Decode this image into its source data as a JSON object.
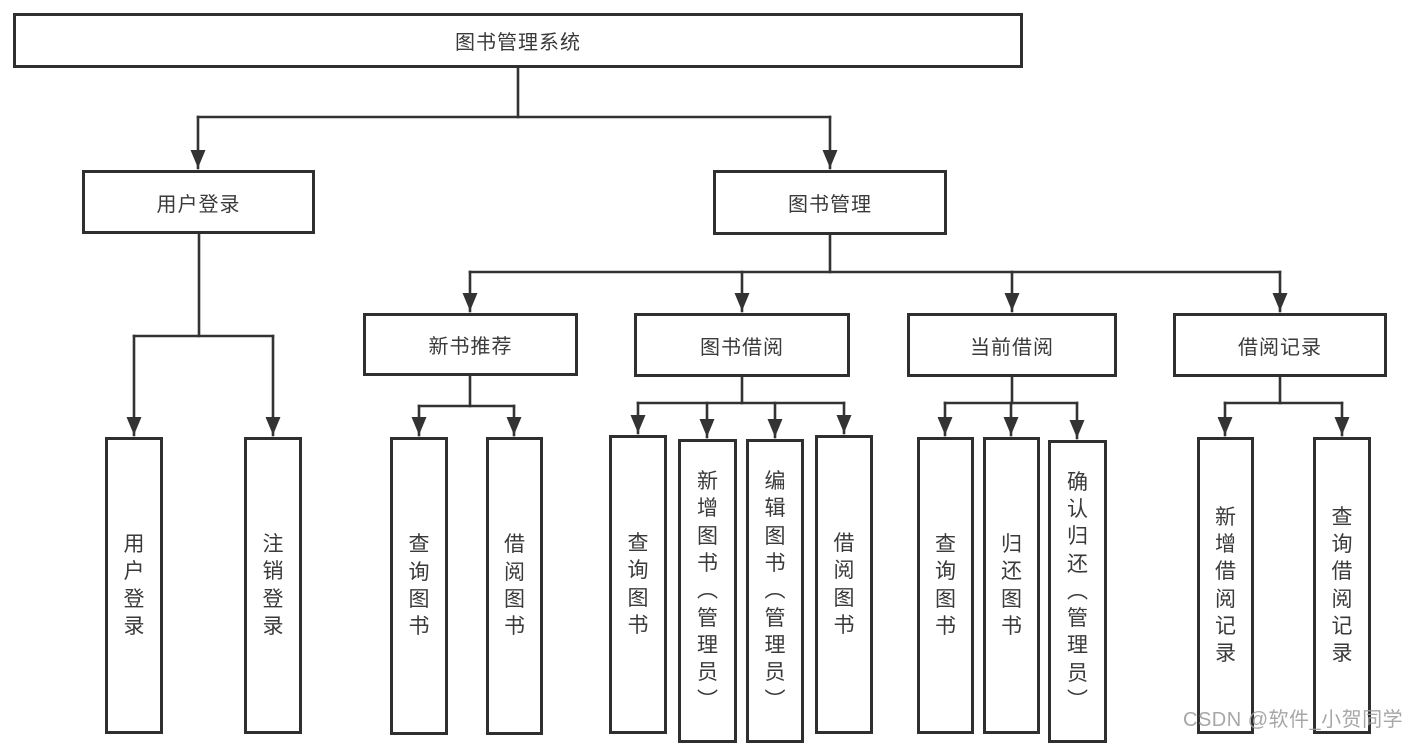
{
  "diagram": {
    "root": {
      "label": "图书管理系统"
    },
    "level2": [
      {
        "id": "user-login",
        "label": "用户登录"
      },
      {
        "id": "book-management",
        "label": "图书管理"
      }
    ],
    "level3": [
      {
        "id": "new-book-recommend",
        "label": "新书推荐"
      },
      {
        "id": "book-borrowing",
        "label": "图书借阅"
      },
      {
        "id": "current-borrowing",
        "label": "当前借阅"
      },
      {
        "id": "borrowing-records",
        "label": "借阅记录"
      }
    ],
    "leaves": [
      {
        "parent": "user-login",
        "label": "用户登录"
      },
      {
        "parent": "user-login",
        "label": "注销登录"
      },
      {
        "parent": "new-book-recommend",
        "label": "查询图书"
      },
      {
        "parent": "new-book-recommend",
        "label": "借阅图书"
      },
      {
        "parent": "book-borrowing",
        "label": "查询图书"
      },
      {
        "parent": "book-borrowing",
        "label": "新增图书（管理员）"
      },
      {
        "parent": "book-borrowing",
        "label": "编辑图书（管理员）"
      },
      {
        "parent": "book-borrowing",
        "label": "借阅图书"
      },
      {
        "parent": "current-borrowing",
        "label": "查询图书"
      },
      {
        "parent": "current-borrowing",
        "label": "归还图书"
      },
      {
        "parent": "current-borrowing",
        "label": "确认归还（管理员）"
      },
      {
        "parent": "borrowing-records",
        "label": "新增借阅记录"
      },
      {
        "parent": "borrowing-records",
        "label": "查询借阅记录"
      }
    ],
    "colors": {
      "line": "#333333",
      "border": "#2f2f2f",
      "text": "#3a3a3a",
      "watermark": "#9e9e9e",
      "background": "#ffffff"
    },
    "watermark": "CSDN @软件_小贺同学"
  }
}
